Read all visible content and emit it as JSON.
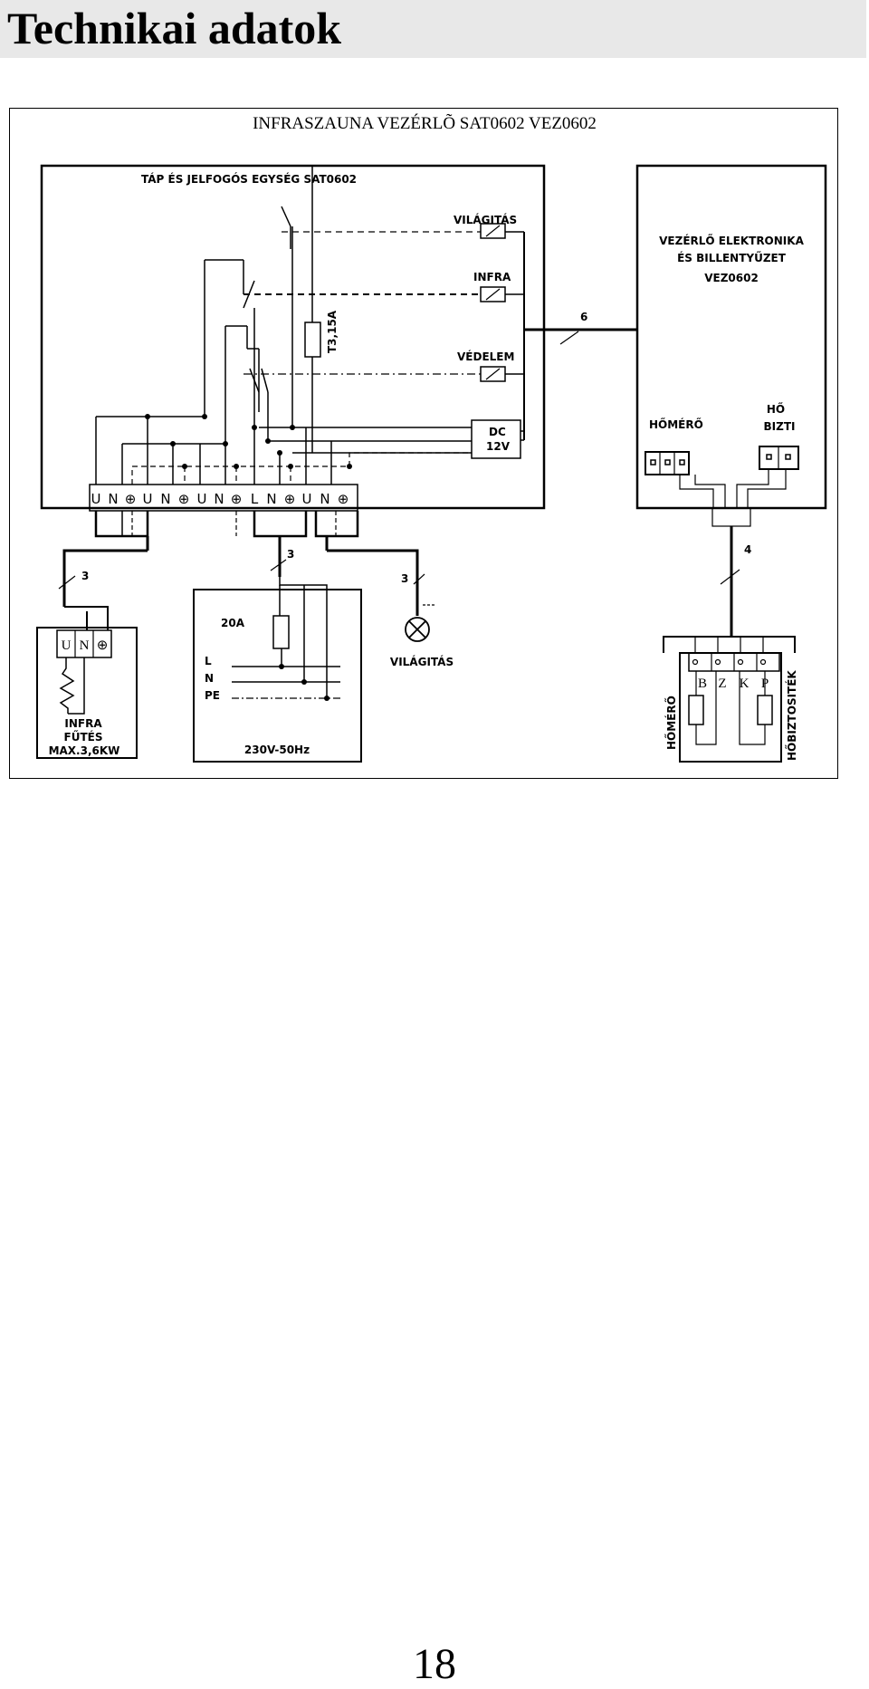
{
  "page": {
    "title": "Technikai adatok",
    "page_number": "18"
  },
  "diagram": {
    "main_title": "INFRASZAUNA VEZÉRLÕ SAT0602 VEZ0602",
    "power_unit": {
      "title": "TÁP ÉS JELFOGÓS EGYSÉG SAT0602",
      "fuse": "T3,15A",
      "relay_lighting": "VILÁGITÁS",
      "relay_infra": "INFRA",
      "relay_protection": "VÉDELEM",
      "dc_line1": "DC",
      "dc_line2": "12V"
    },
    "controller": {
      "line1": "VEZÉRLŐ ELEKTRONIKA",
      "line2": "ÉS BILLENTYŰZET",
      "line3": "VEZ0602",
      "thermometer": "HŐMÉRŐ",
      "heat_fuse_line1": "HŐ",
      "heat_fuse_line2": "BIZTI"
    },
    "cable_labels": {
      "main_link": "6",
      "sensor_cable": "4",
      "heater_cable": "3",
      "mains_cable": "3",
      "lamp_cable": "3"
    },
    "terminals": [
      "U",
      "N",
      "⊕",
      "U",
      "N",
      "⊕",
      "U",
      "N",
      "⊕",
      "L",
      "N",
      "⊕",
      "U",
      "N",
      "⊕"
    ],
    "heater": {
      "terminals": [
        "U",
        "N",
        "⊕"
      ],
      "line1": "INFRA",
      "line2": "FŰTÉS",
      "line3": "MAX.3,6KW"
    },
    "mains": {
      "fuse": "20A",
      "line_l": "L",
      "line_n": "N",
      "line_pe": "PE",
      "voltage": "230V-50Hz"
    },
    "lamp": {
      "label": "VILÁGITÁS"
    },
    "sensor_box": {
      "terminals": [
        "B",
        "Z",
        "K",
        "P"
      ],
      "left_label": "HŐMÉRŐ",
      "right_label": "HŐBIZTOSITÉK"
    }
  }
}
